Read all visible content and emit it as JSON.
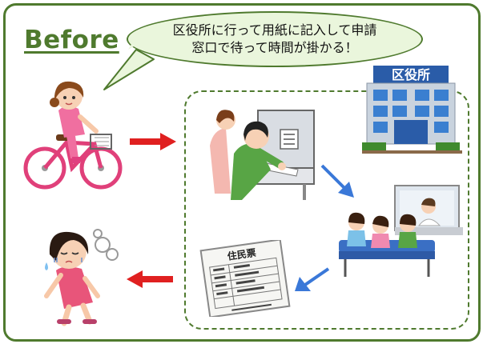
{
  "title": "Before",
  "bubble": {
    "line1": "区役所に行って用紙に記入して申請",
    "line2": "窓口で待って時間が掛かる！"
  },
  "building_sign": "区役所",
  "document_label": "住民票",
  "colors": {
    "frame": "#4f7a2e",
    "bubble_fill": "#eaf6dc",
    "red_arrow": "#e02020",
    "blue_arrow": "#3a78d8"
  },
  "icons": [
    "girl-on-bicycle",
    "man-writing-form",
    "city-office-building",
    "people-waiting-at-counter",
    "resident-certificate-document",
    "tired-girl"
  ]
}
